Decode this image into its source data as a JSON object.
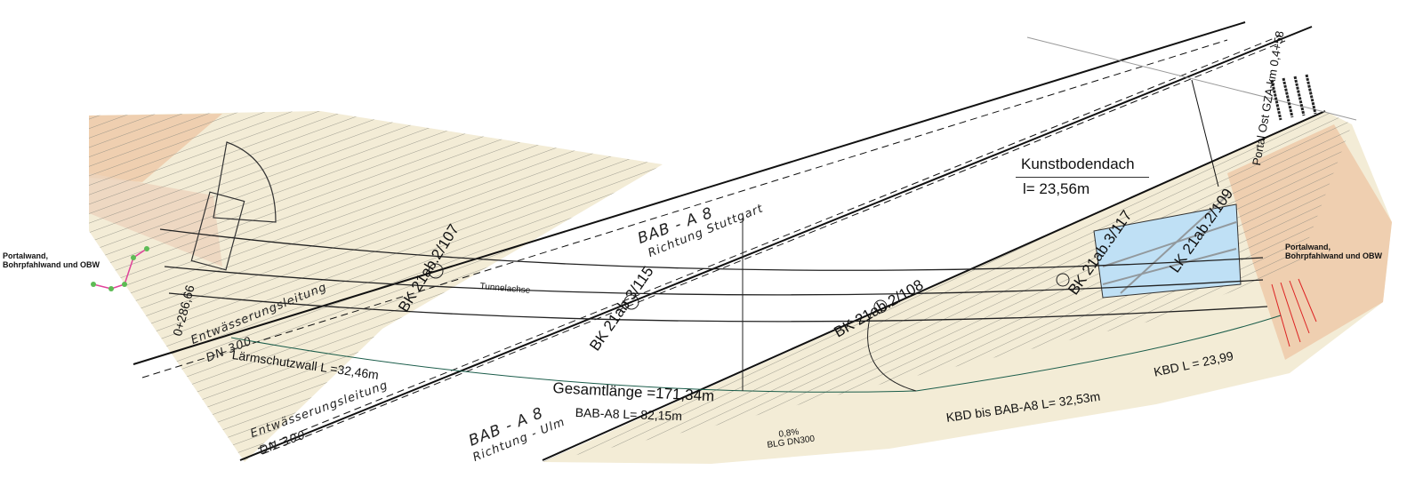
{
  "drawing": {
    "notes": {
      "portal_left": "Portalwand, Bohrpfahlwand und OBW",
      "portal_right": "Portalwand, Bohrpfahlwand und OBW"
    },
    "station_left": "0+286,66",
    "station_right": "Portal Ost GZA-km 0,4+58",
    "drain_1": {
      "name": "Entwässerungsleitung",
      "dn": "DN 300"
    },
    "drain_2": {
      "name": "Entwässerungsleitung",
      "dn": "DN 300"
    },
    "noise_wall": "Lärmschutzwall L =32,46m",
    "boreholes": [
      "BK 21ab.2/107",
      "BK 21ab.3/115",
      "BK 21ab.2/108",
      "BK 21ab.3/117",
      "LK 21ab.2/109"
    ],
    "tunnel_axis": "Tunnelachse",
    "road_north": {
      "name": "BAB - A 8",
      "direction": "Richtung Stuttgart"
    },
    "road_south": {
      "name": "BAB - A 8",
      "direction": "Richtung - Ulm"
    },
    "total_length": "Gesamtlänge =171,34m",
    "bab_length": "BAB-A8 L= 82,15m",
    "kbd_to_bab": "KBD bis BAB-A8 L= 32,53m",
    "kbd_length": "KBD L = 23,99",
    "cover": {
      "title": "Kunstbodendach",
      "length": "l= 23,56m"
    },
    "slope": "0,8%",
    "pipe": "BLG DN300",
    "colors": {
      "beige": "#f3ecd6",
      "peach": "#efcfb0",
      "blue": "#bfe0f5",
      "line": "#111111"
    }
  }
}
